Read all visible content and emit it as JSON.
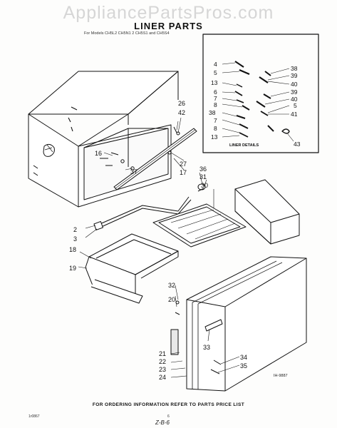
{
  "watermark": "AppliancePartsPros.com",
  "title": "LINER PARTS",
  "subtitle": "For Models CH5L2 CH5N1 2 CH5S1 and CH5S4",
  "inset_label": "LINER DETAILS",
  "ref_code": "IH-9887",
  "footer_note": "FOR ORDERING INFORMATION REFER TO PARTS PRICE LIST",
  "left_code": "1r0867",
  "page_mark": "6",
  "page_number": "Z-B-6",
  "callouts": [
    {
      "id": "c26",
      "label": "26"
    },
    {
      "id": "c42",
      "label": "42"
    },
    {
      "id": "c16",
      "label": "16"
    },
    {
      "id": "c37",
      "label": "37"
    },
    {
      "id": "c27",
      "label": "27"
    },
    {
      "id": "c17",
      "label": "17"
    },
    {
      "id": "c36",
      "label": "36"
    },
    {
      "id": "c31",
      "label": "31"
    },
    {
      "id": "c30",
      "label": "30"
    },
    {
      "id": "c2",
      "label": "2"
    },
    {
      "id": "c3",
      "label": "3"
    },
    {
      "id": "c18",
      "label": "18"
    },
    {
      "id": "c19",
      "label": "19"
    },
    {
      "id": "c32",
      "label": "32"
    },
    {
      "id": "c20",
      "label": "20"
    },
    {
      "id": "c33",
      "label": "33"
    },
    {
      "id": "c21",
      "label": "21"
    },
    {
      "id": "c22",
      "label": "22"
    },
    {
      "id": "c23",
      "label": "23"
    },
    {
      "id": "c24",
      "label": "24"
    },
    {
      "id": "c34",
      "label": "34"
    },
    {
      "id": "c35",
      "label": "35"
    },
    {
      "id": "i4",
      "label": "4"
    },
    {
      "id": "i5",
      "label": "5"
    },
    {
      "id": "i13",
      "label": "13"
    },
    {
      "id": "i6",
      "label": "6"
    },
    {
      "id": "i7",
      "label": "7"
    },
    {
      "id": "i8",
      "label": "8"
    },
    {
      "id": "i38b",
      "label": "38"
    },
    {
      "id": "i7b",
      "label": "7"
    },
    {
      "id": "i8b",
      "label": "8"
    },
    {
      "id": "i13b",
      "label": "13"
    },
    {
      "id": "i38",
      "label": "38"
    },
    {
      "id": "i39",
      "label": "39"
    },
    {
      "id": "i40",
      "label": "40"
    },
    {
      "id": "i39b",
      "label": "39"
    },
    {
      "id": "i40b",
      "label": "40"
    },
    {
      "id": "i5b",
      "label": "5"
    },
    {
      "id": "i41",
      "label": "41"
    },
    {
      "id": "i43",
      "label": "43"
    }
  ]
}
